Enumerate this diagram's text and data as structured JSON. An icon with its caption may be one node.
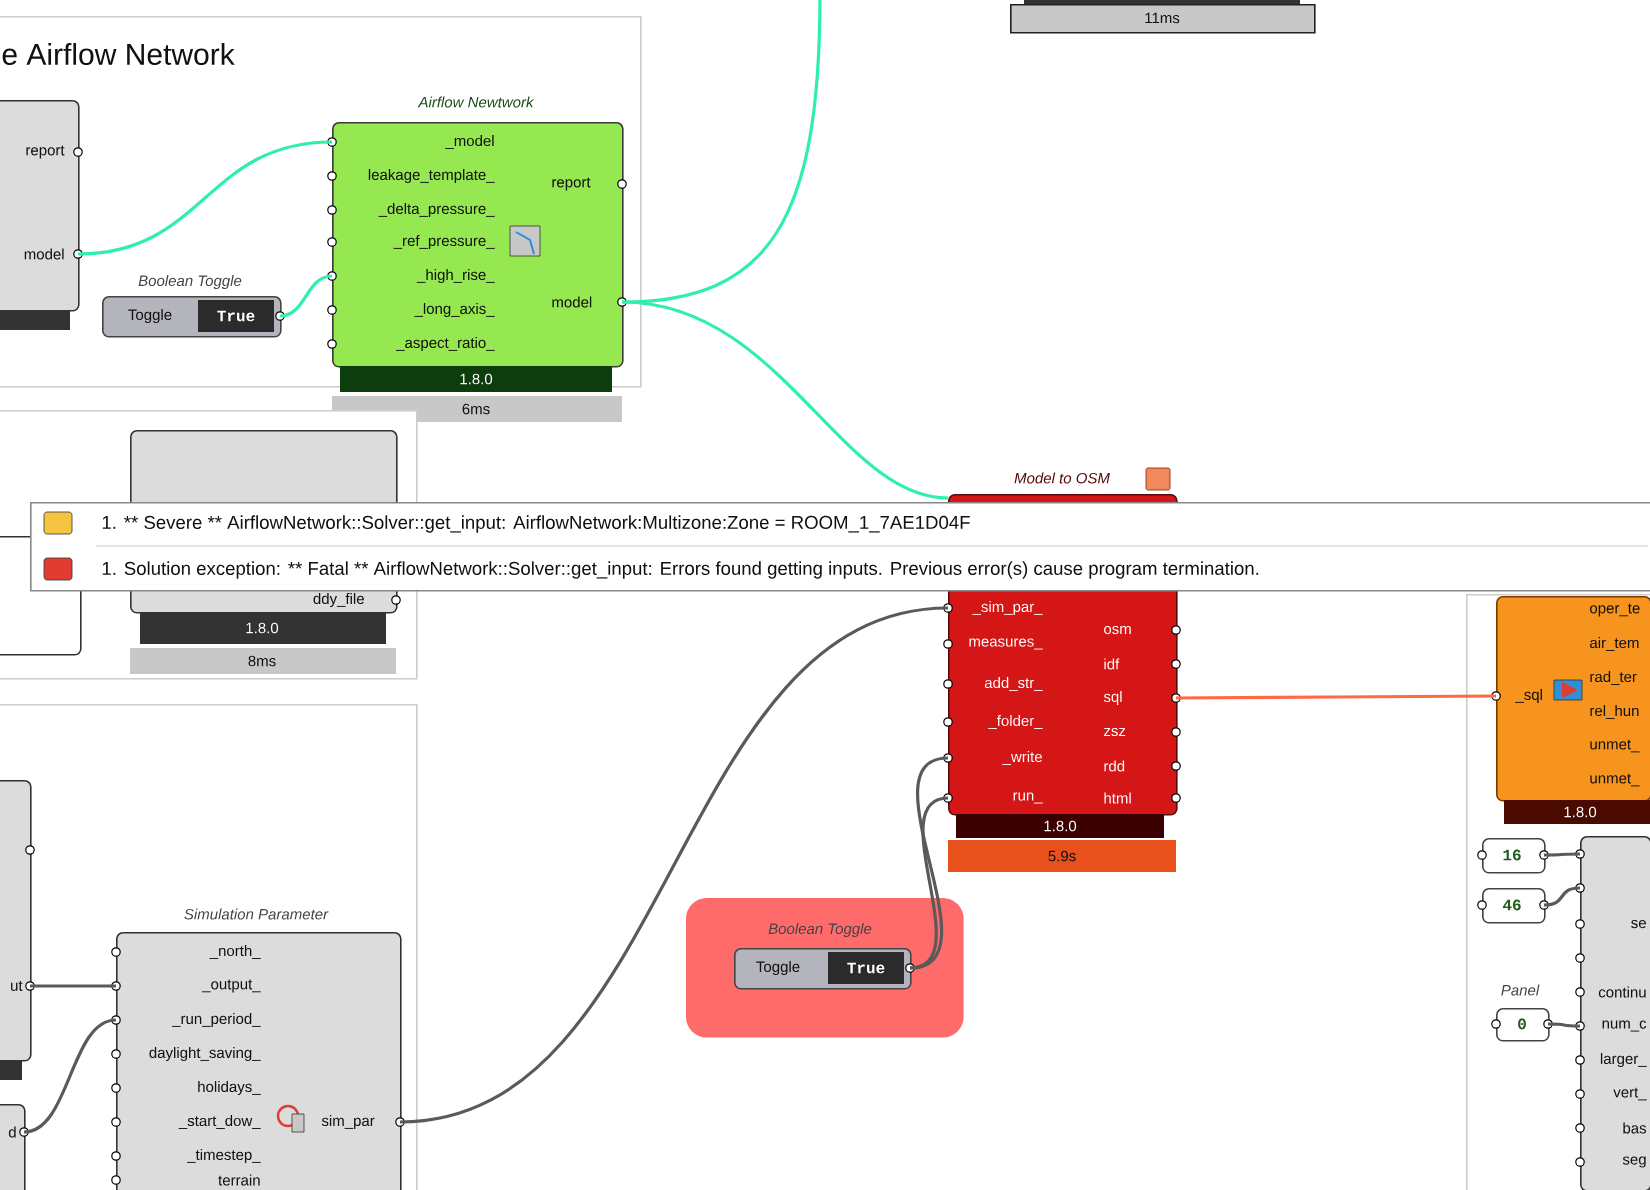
{
  "diagram": {
    "nodes": [
      {
        "text": [
          "e Airflow Network"
        ]
      },
      {
        "text": [
          "report",
          "model"
        ],
        "in": 0
      },
      {
        "text": [
          "Boolean Toggle",
          "Toggle",
          "True"
        ],
        "in": 0
      },
      {
        "text": [
          "Airflow Newtwork",
          "_model",
          "leakage_template_",
          "_delta_pressure_",
          "_ref_pressure_",
          "_high_rise_",
          "_long_axis_",
          "_aspect_ratio_",
          "report",
          "model",
          "1.8.0",
          "6ms"
        ],
        "in": 0
      },
      {
        "text": [
          "11ms"
        ]
      },
      {
        "text": [],
        "shape": "box"
      },
      {
        "text": [],
        "shape": "box",
        "in": 5
      },
      {
        "text": [
          "ddy_file",
          "1.8.0",
          "8ms"
        ],
        "in": 5
      },
      {
        "text": [
          "1. ** Severe ** AirflowNetwork::Solver::get_input: AirflowNetwork:Multizone:Zone = ROOM_1_7AE1D04F",
          "1. Solution exception: ** Fatal ** AirflowNetwork::Solver::get_input: Errors found getting inputs. Previous error(s) cause program termination."
        ]
      },
      {
        "text": [
          "Model to OSM",
          "_sim_par_",
          "measures_",
          "add_str_",
          "_folder_",
          "_write",
          "run_",
          "osm",
          "idf",
          "sql",
          "zsz",
          "rdd",
          "html",
          "1.8.0",
          "5.9s"
        ]
      },
      {
        "text": [],
        "shape": "box"
      },
      {
        "text": [
          "Boolean Toggle",
          "Toggle",
          "True"
        ],
        "in": 10
      },
      {
        "text": [],
        "shape": "box"
      },
      {
        "text": [
          "ut"
        ],
        "in": 12
      },
      {
        "text": [
          "d"
        ],
        "in": 12
      },
      {
        "text": [
          "Simulation Parameter",
          "_north_",
          "_output_",
          "_run_period_",
          "daylight_saving_",
          "holidays_",
          "_start_dow_",
          "_timestep_",
          "terrain",
          "sim_par"
        ],
        "in": 12
      },
      {
        "text": [],
        "shape": "box"
      },
      {
        "text": [
          "_sql",
          "oper_te",
          "air_tem",
          "rad_ter",
          "rel_hun",
          "unmet_",
          "unmet_",
          "1.8.0"
        ],
        "in": 16
      },
      {
        "text": [
          "16"
        ],
        "in": 16
      },
      {
        "text": [
          "46"
        ],
        "in": 16
      },
      {
        "text": [
          "Panel",
          "0"
        ],
        "in": 16
      },
      {
        "text": [
          "se",
          "continu",
          "num_c",
          "larger_",
          "vert_",
          "bas",
          "seg"
        ],
        "in": 16
      }
    ],
    "edges": [
      {
        "from": 1,
        "to": 3,
        "arrow": "none",
        "color": "#2ef0a8"
      },
      {
        "from": 2,
        "to": 3,
        "arrow": "none",
        "color": "#2ef0a8"
      },
      {
        "from": 3,
        "to": null,
        "arrow": "none",
        "color": "#2ef0a8"
      },
      {
        "from": 3,
        "to": 9,
        "arrow": "none",
        "color": "#2ef0a8"
      },
      {
        "from": 15,
        "to": 9,
        "arrow": "none"
      },
      {
        "from": 11,
        "to": 9,
        "arrow": "none"
      },
      {
        "from": 11,
        "to": 9,
        "arrow": "none"
      },
      {
        "from": 9,
        "to": 17,
        "arrow": "none",
        "color": "#ff6a45"
      },
      {
        "from": 13,
        "to": 15,
        "arrow": "none"
      },
      {
        "from": 14,
        "to": 15,
        "arrow": "none"
      },
      {
        "from": 18,
        "to": 21,
        "arrow": "none"
      },
      {
        "from": 19,
        "to": 21,
        "arrow": "none"
      },
      {
        "from": 20,
        "to": 21,
        "arrow": "none"
      }
    ]
  }
}
